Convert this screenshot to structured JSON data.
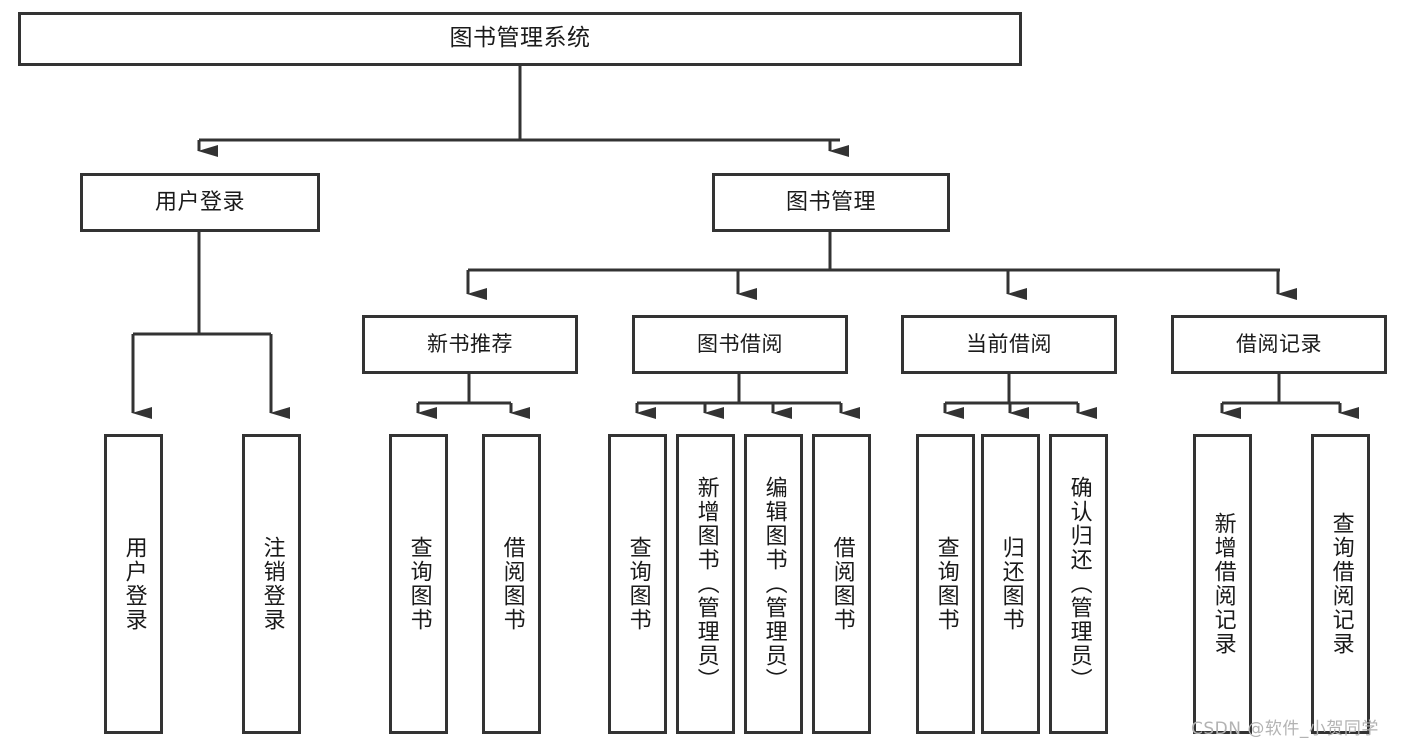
{
  "diagram": {
    "title": "图书管理系统",
    "style": {
      "border_color": "#333333",
      "fill_color": "#ffffff",
      "line_color": "#333333",
      "text_color": "#1a1a1a",
      "background": "#ffffff",
      "watermark_color": "#b3b3b3"
    },
    "root": {
      "label": "图书管理系统"
    },
    "level1": [
      {
        "id": "user-login",
        "label": "用户登录"
      },
      {
        "id": "book-management",
        "label": "图书管理"
      }
    ],
    "level2": [
      {
        "id": "new-book-recommend",
        "label": "新书推荐"
      },
      {
        "id": "book-borrow",
        "label": "图书借阅"
      },
      {
        "id": "current-borrow",
        "label": "当前借阅"
      },
      {
        "id": "borrow-record",
        "label": "借阅记录"
      }
    ],
    "leaves": {
      "user-login": [
        {
          "id": "user-login-leaf",
          "label": "用户登录"
        },
        {
          "id": "logout-leaf",
          "label": "注销登录"
        }
      ],
      "new-book-recommend": [
        {
          "id": "query-book-1",
          "label": "查询图书"
        },
        {
          "id": "borrow-book-1",
          "label": "借阅图书"
        }
      ],
      "book-borrow": [
        {
          "id": "query-book-2",
          "label": "查询图书"
        },
        {
          "id": "add-book",
          "label": "新增图书（管理员）"
        },
        {
          "id": "edit-book",
          "label": "编辑图书（管理员）"
        },
        {
          "id": "borrow-book-2",
          "label": "借阅图书"
        }
      ],
      "current-borrow": [
        {
          "id": "query-book-3",
          "label": "查询图书"
        },
        {
          "id": "return-book",
          "label": "归还图书"
        },
        {
          "id": "confirm-return",
          "label": "确认归还（管理员）"
        }
      ],
      "borrow-record": [
        {
          "id": "add-borrow-record",
          "label": "新增借阅记录"
        },
        {
          "id": "query-borrow-record",
          "label": "查询借阅记录"
        }
      ]
    },
    "watermark": "CSDN @软件_小贺同学"
  }
}
